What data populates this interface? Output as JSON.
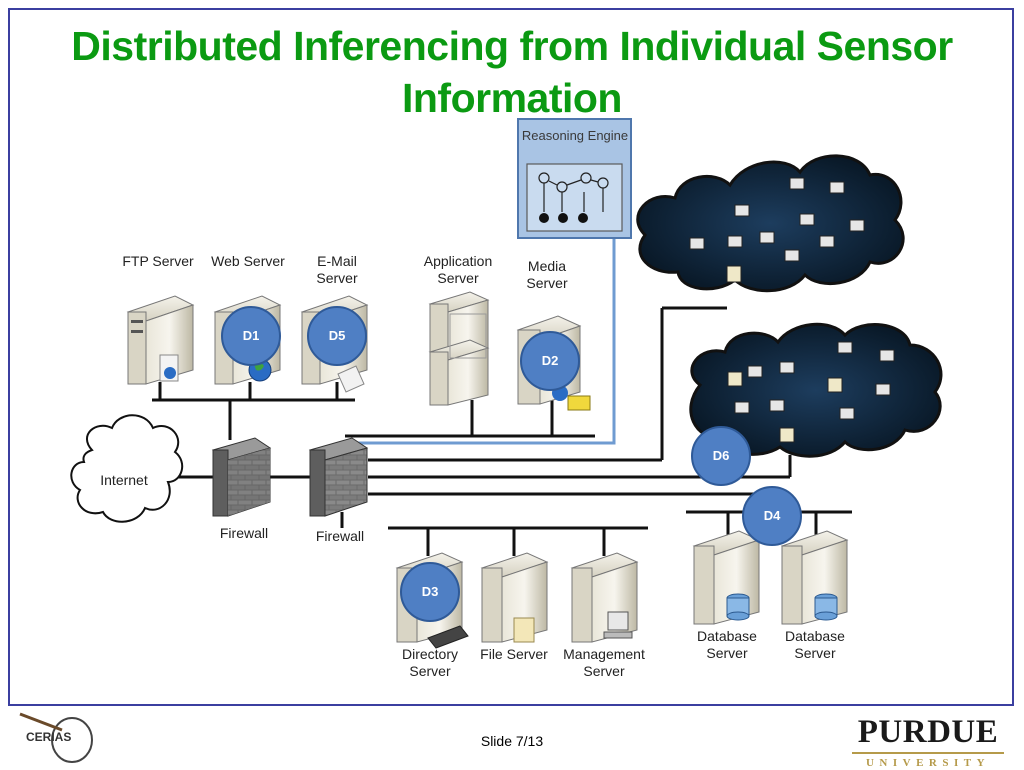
{
  "title": "Distributed Inferencing from Individual Sensor Information",
  "reasoning_engine": "Reasoning Engine",
  "nodes": {
    "ftp": "FTP Server",
    "web": "Web Server",
    "email": "E-Mail Server",
    "application": "Application Server",
    "media": "Media Server",
    "internet": "Internet",
    "firewall1": "Firewall",
    "firewall2": "Firewall",
    "directory": "Directory Server",
    "file": "File Server",
    "management": "Management Server",
    "database1": "Database Server",
    "database2": "Database Server"
  },
  "detectors": [
    "D1",
    "D5",
    "D2",
    "D6",
    "D4",
    "D3"
  ],
  "footer": {
    "slide": "Slide 7/13",
    "purdue_top": "PURDUE",
    "purdue_bottom": "UNIVERSITY",
    "cerias": "CERIAS"
  },
  "colors": {
    "title": "#0b9a12",
    "border": "#3b3fa0",
    "badge": "#4f7fc4",
    "link": "#6f9bd1",
    "cloud": "#102a45"
  }
}
